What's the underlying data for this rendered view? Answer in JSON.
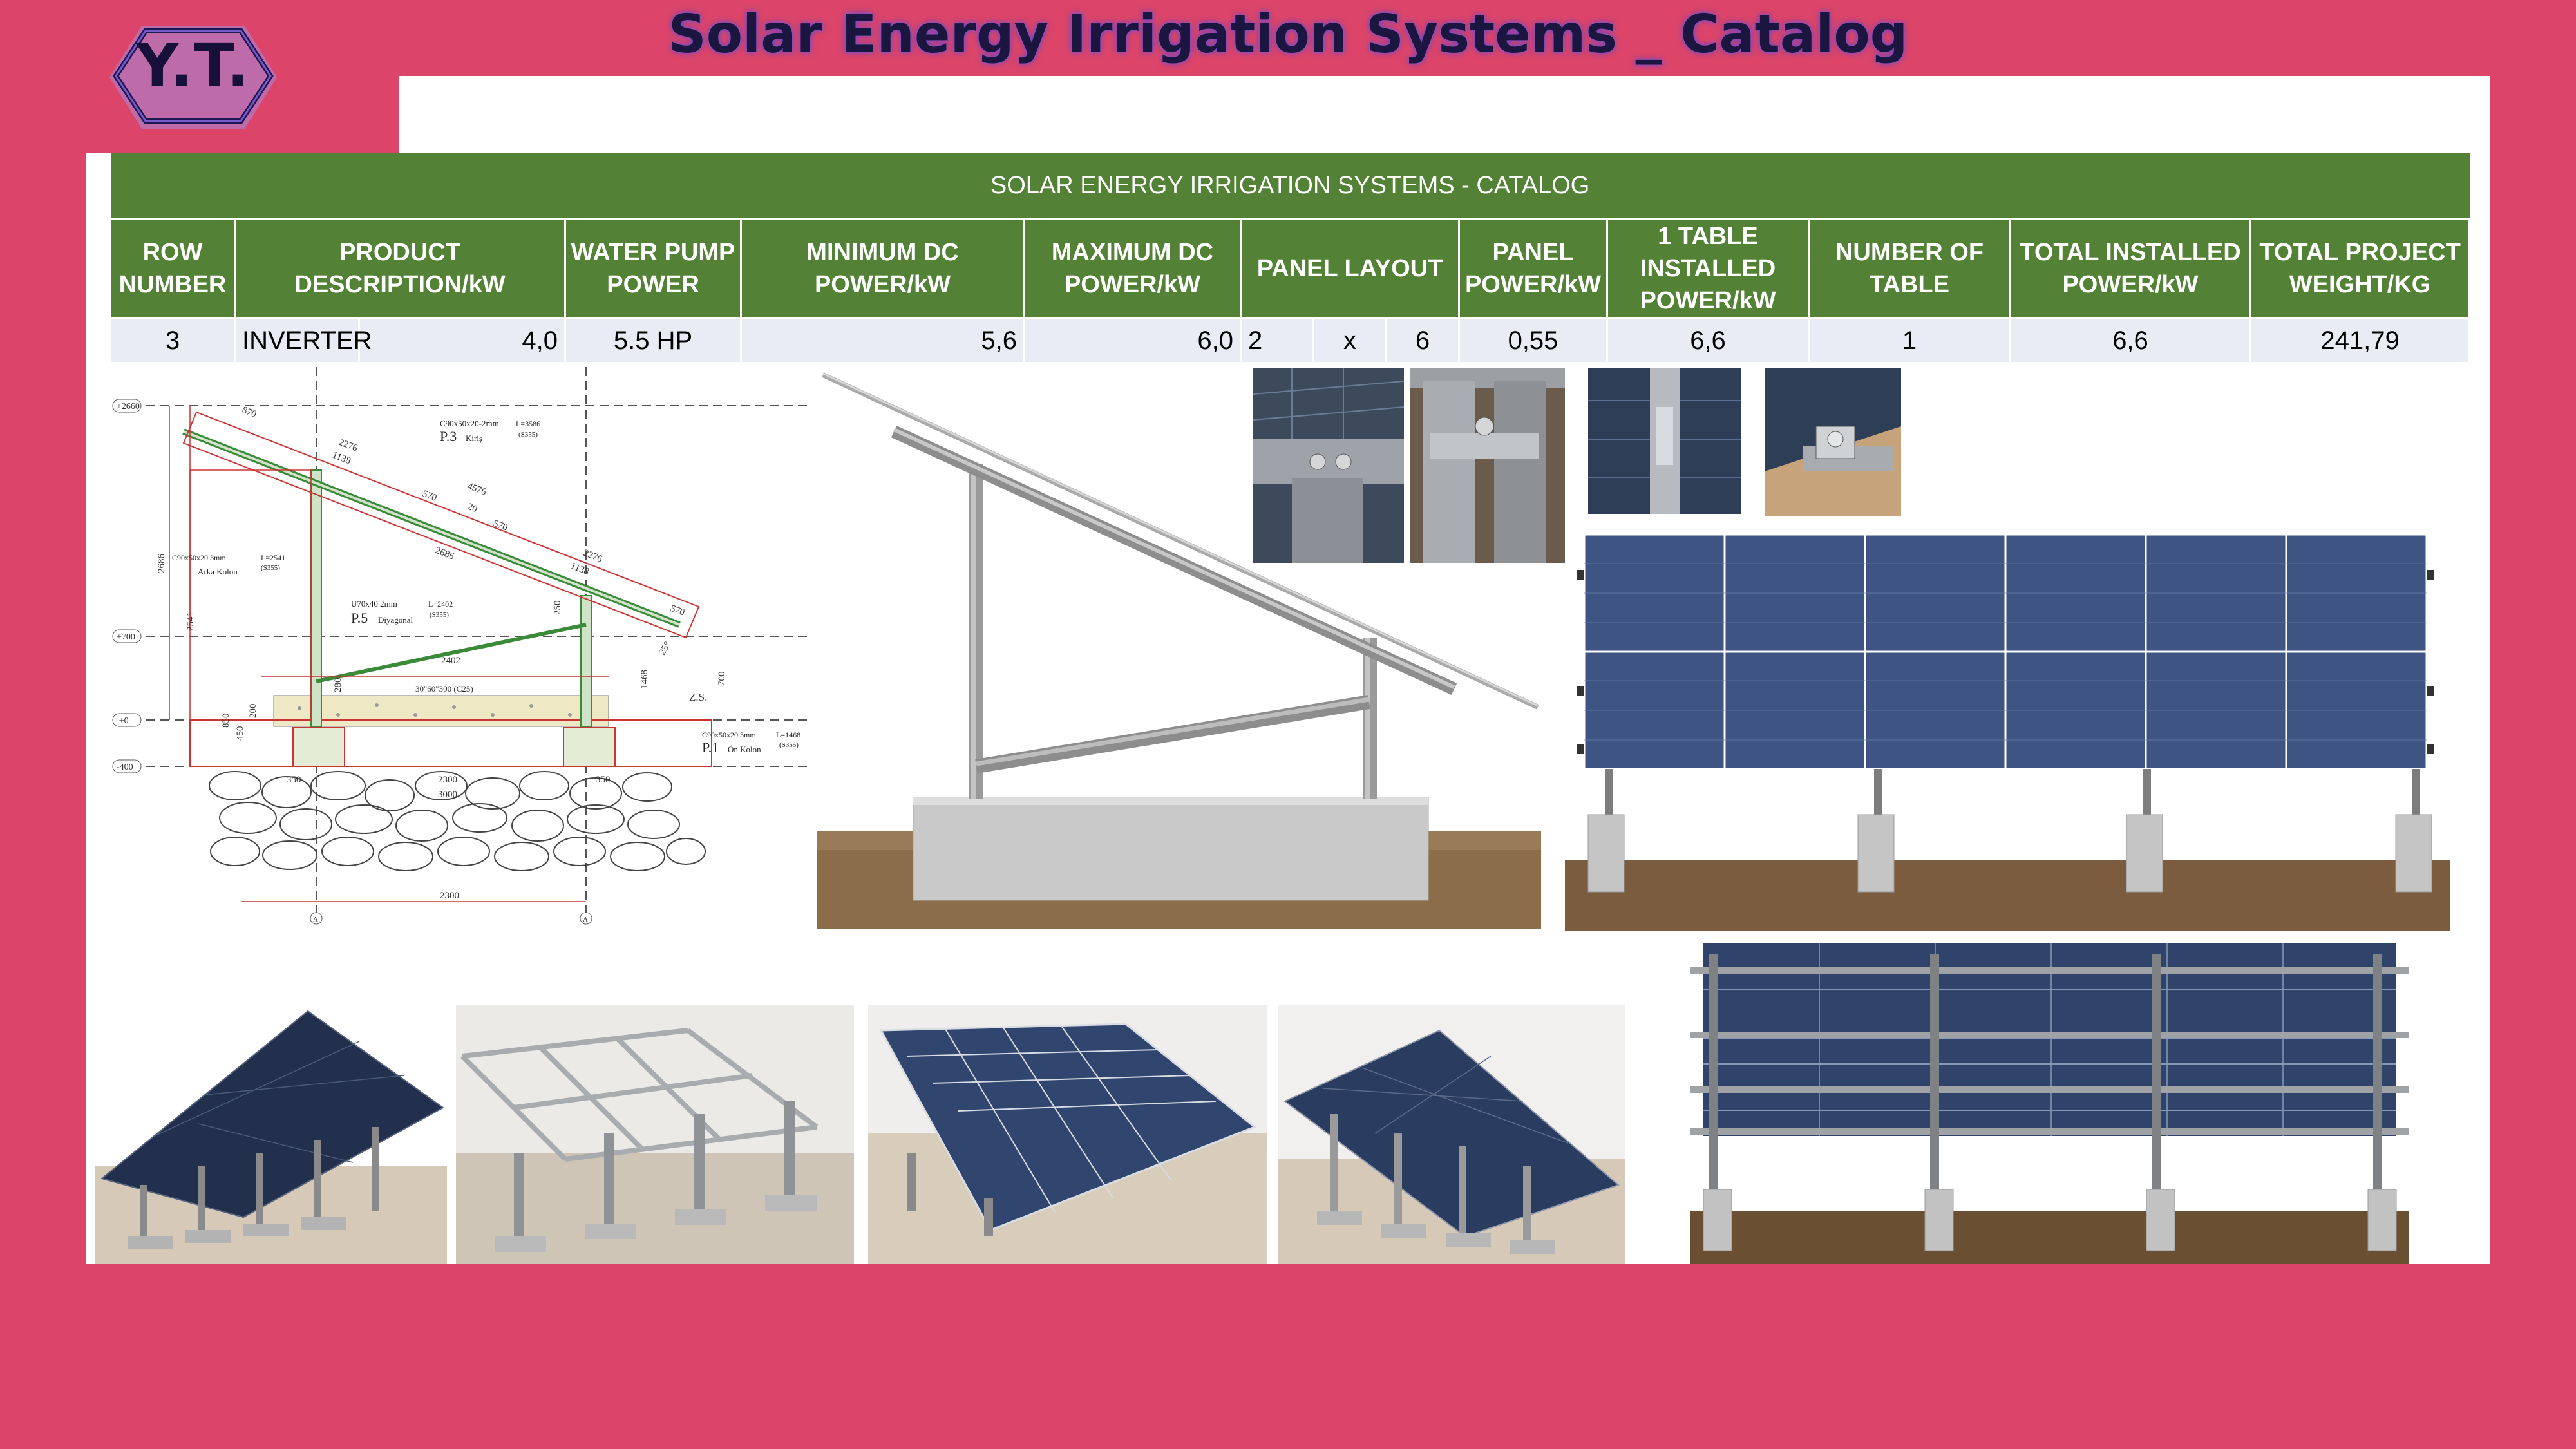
{
  "logo": {
    "text": "Y.T."
  },
  "title": "Solar Energy Irrigation Systems _ Catalog",
  "table": {
    "caption": "SOLAR ENERGY IRRIGATION SYSTEMS - CATALOG",
    "headers": {
      "row_number": "ROW NUMBER",
      "product_description": "PRODUCT DESCRIPTION/kW",
      "water_pump_power": "WATER PUMP POWER",
      "min_dc_power": "MINIMUM DC POWER/kW",
      "max_dc_power": "MAXIMUM DC POWER/kW",
      "panel_layout": "PANEL LAYOUT",
      "panel_power": "PANEL POWER/kW",
      "table_installed_power": "1 TABLE INSTALLED POWER/kW",
      "number_of_table": "NUMBER OF TABLE",
      "total_installed_power": "TOTAL INSTALLED POWER/kW",
      "total_project_weight": "TOTAL PROJECT WEIGHT/KG"
    },
    "row": {
      "row_number": "3",
      "product": "INVERTER",
      "product_kw": "4,0",
      "water_pump_power": "5.5 HP",
      "min_dc_power": "5,6",
      "max_dc_power": "6,0",
      "layout_rows": "2",
      "layout_x": "x",
      "layout_cols": "6",
      "panel_power": "0,55",
      "table_installed_power": "6,6",
      "number_of_table": "1",
      "total_installed_power": "6,6",
      "total_project_weight": "241,79"
    }
  },
  "drawing": {
    "levels": [
      "+2660",
      "+700",
      "±0",
      "-400"
    ],
    "dims": [
      "870",
      "2276",
      "1138",
      "4576",
      "570",
      "20",
      "570",
      "2276",
      "1138",
      "2686",
      "570",
      "2686",
      "2541",
      "2402",
      "250",
      "280",
      "1468",
      "700",
      "25°",
      "850",
      "200",
      "450",
      "350",
      "2300",
      "3000",
      "350",
      "2300",
      "30\"60\"300 (C25)",
      "Z.S."
    ],
    "labels": {
      "p3": "P.3",
      "p3_name": "Kiriş",
      "p3_spec": "C90x50x20-2mm",
      "p3_len": "L=3586",
      "p3_mat": "(S355)",
      "p2_spec": "C90x50x20 3mm",
      "p2_len": "L=2541",
      "p2_name": "Arka Kolon",
      "p2_mat": "(S355)",
      "p5": "P.5",
      "p5_name": "Diyagonal",
      "p5_spec": "U70x40 2mm",
      "p5_len": "L=2402",
      "p5_mat": "(S355)",
      "p1": "P.1",
      "p1_name": "Ön Kolon",
      "p1_spec": "C90x50x20 3mm",
      "p1_len": "L=1468",
      "p1_mat": "(S355)"
    },
    "axes": [
      "A",
      "A"
    ]
  }
}
